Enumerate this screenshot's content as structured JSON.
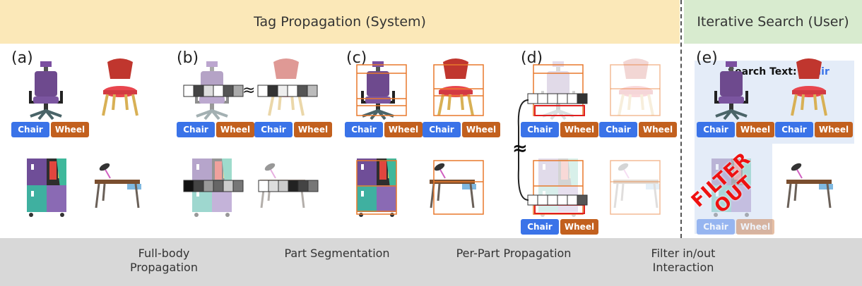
{
  "header": {
    "left_title": "Tag Propagation (System)",
    "right_title": "Iterative Search (User)"
  },
  "panels": {
    "a": "(a)",
    "b": "(b)",
    "c": "(c)",
    "d": "(d)",
    "e": "(e)"
  },
  "tags": {
    "chair": "Chair",
    "wheel": "Wheel"
  },
  "approx": "≈",
  "search": {
    "label": "Search Text:",
    "value": "Chair"
  },
  "filter_out": "FILTER OUT",
  "steps": [
    "Full-body Propagation",
    "Part Segmentation",
    "Per-Part Propagation",
    "Filter in/out Interaction"
  ],
  "colors": {
    "tag_blue": "#3a73e8",
    "tag_orange": "#c2601e",
    "header_yellow": "#fbe8b8",
    "header_green": "#d8ebcf",
    "part_box": "#e8782c",
    "highlight_red": "#e02020"
  }
}
